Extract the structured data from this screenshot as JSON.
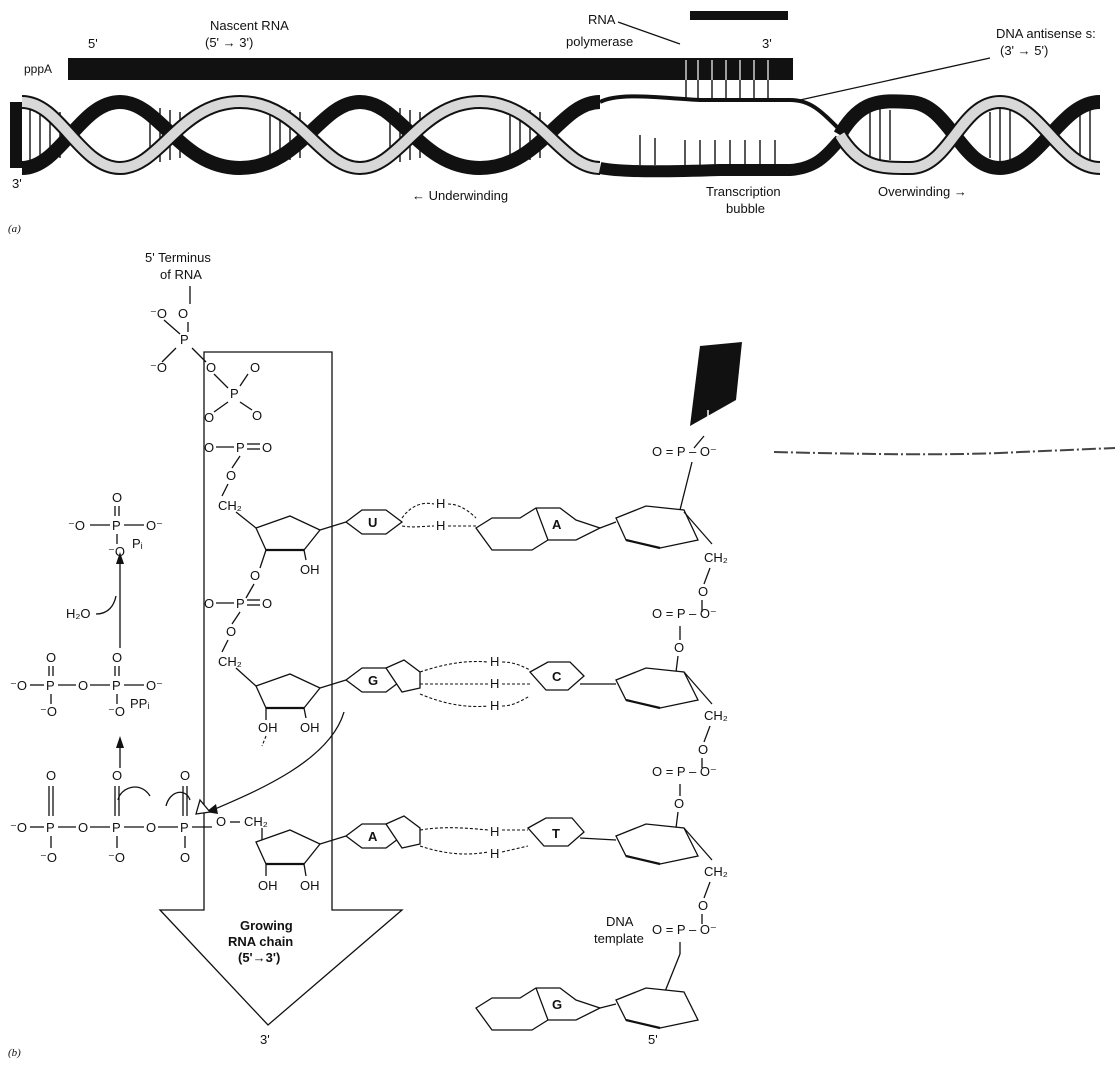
{
  "panel_a": {
    "panel_label": "(a)",
    "nascent_rna": "Nascent RNA",
    "nascent_rna_dir": "(5' → 3')",
    "five_prime": "5'",
    "ppp_a": "pppA",
    "rna_polymerase_1": "RNA",
    "rna_polymerase_2": "polymerase",
    "three_prime_rna": "3'",
    "three_prime_dna": "3'",
    "dna_antisense": "DNA antisense s:",
    "dna_antisense_dir": "(3' → 5')",
    "underwinding": "← Underwinding",
    "bubble_1": "Transcription",
    "bubble_2": "bubble",
    "overwinding": "Overwinding →"
  },
  "panel_b": {
    "panel_label": "(b)",
    "terminus_1": "5' Terminus",
    "terminus_2": "of RNA",
    "growing_1": "Growing",
    "growing_2": "RNA chain",
    "growing_3": "(5'→3')",
    "rna_3prime": "3'",
    "dna_5prime": "5'",
    "dna_template_1": "DNA",
    "dna_template_2": "template",
    "h2o": "H₂O",
    "pi": "Pᵢ",
    "ppi": "PPᵢ",
    "oh": "OH",
    "ch2": "CH₂",
    "h": "H",
    "o": "O",
    "p": "P",
    "o_minus": "⁻O",
    "o_minus_r": "O⁻",
    "rna_bases": [
      "U",
      "G",
      "A"
    ],
    "dna_bases": [
      "A",
      "C",
      "T",
      "G"
    ],
    "phosphate_right": "O = P – O⁻",
    "phosphate_top_o": "O"
  }
}
